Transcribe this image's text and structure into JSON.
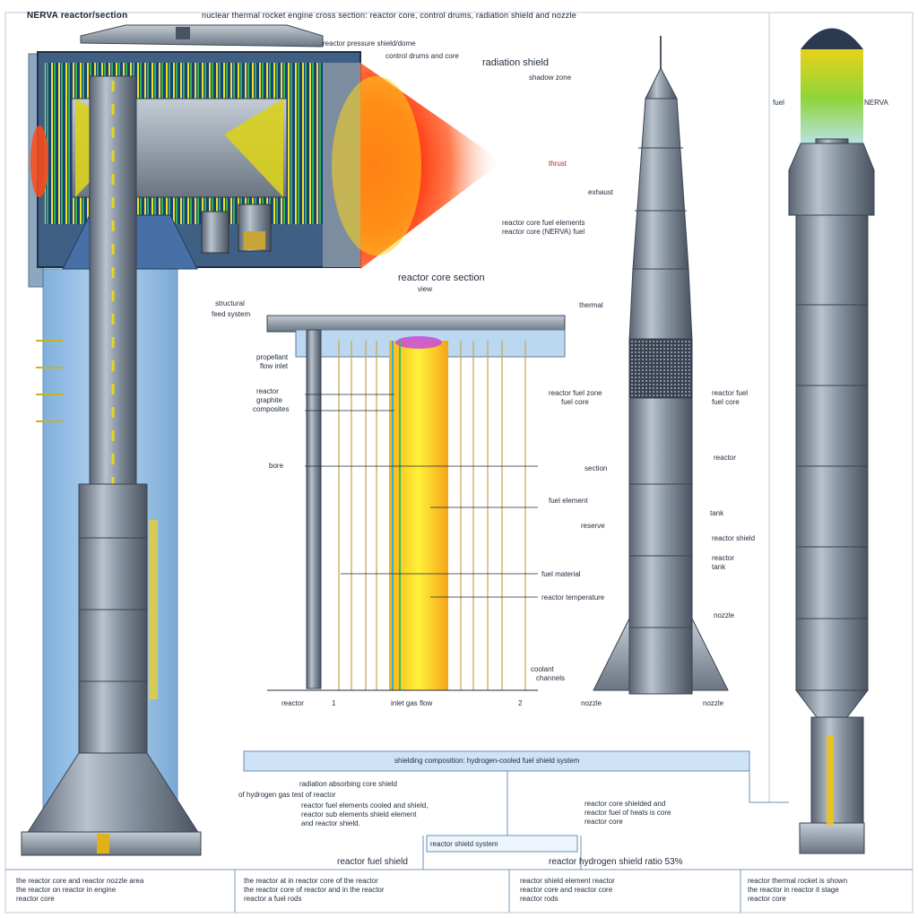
{
  "header": {
    "logo_text": "NERVA reactor/section",
    "main_title": "nuclear thermal rocket engine cross section: reactor core, control drums, radiation shield and nozzle"
  },
  "reactor": {
    "labels": {
      "top_callout_1": "reactor pressure shield/dome",
      "top_callout_2": "control drums and core",
      "radiation_shield": "radiation shield",
      "radiation_shield_sub": "shadow zone",
      "plume_marker": "thrust",
      "plume_marker_sub": "exhaust",
      "side_callout_1": "reactor core fuel elements",
      "side_callout_2": "reactor core (NERVA) fuel",
      "structural": "structural",
      "feed_system": "feed system"
    }
  },
  "fuel_section": {
    "title": "reactor core section",
    "title_sub": "view",
    "labels": {
      "left_1": "propellant",
      "left_1b": "flow inlet",
      "left_2": "reactor",
      "left_2b": "graphite",
      "left_2c": "composites",
      "left_3": "bore",
      "right_top": "thermal",
      "right_1": "fuel element",
      "right_2": "fuel material",
      "right_3": "reactor temperature",
      "bottom_left": "reactor",
      "bottom_center": "inlet gas flow",
      "bottom_right_1": "coolant",
      "bottom_right_2": "channels",
      "tick_left": "1",
      "tick_right": "2"
    }
  },
  "rocket": {
    "labels": {
      "left_1": "reactor fuel zone",
      "left_1b": "fuel core",
      "left_2": "section",
      "left_3": "reserve",
      "left_4": "nozzle",
      "right_1": "reactor fuel",
      "right_1b": "fuel core",
      "right_2": "reactor",
      "right_3": "tank",
      "right_4": "reactor shield",
      "right_5": "reactor",
      "right_5b": "tank",
      "right_6": "nozzle",
      "bottom_right": "nozzle"
    }
  },
  "tall_stage": {
    "labels": {
      "left_top": "fuel",
      "right_top": "NERVA"
    }
  },
  "summary": {
    "band_title": "shielding composition: hydrogen-cooled fuel shield system",
    "left_head": "radiation absorbing core shield",
    "left_head_2": "of hydrogen gas test of reactor",
    "note_1": "reactor fuel elements cooled and shield,\nreactor sub elements shield element\nand reactor shield.",
    "note_2": "reactor core shielded and\nreactor fuel of heats is core\nreactor core",
    "small_box": "reactor shield system",
    "bottom_center_title": "reactor fuel shield",
    "bottom_right_title": "reactor hydrogen shield ratio 53%"
  },
  "footer": {
    "col_1": "the reactor core and reactor nozzle area\nthe reactor on reactor in engine\nreactor core",
    "col_2": "the reactor at in reactor core of the reactor\nthe reactor core of reactor and in the reactor\nreactor a fuel rods",
    "col_3": "reactor shield element reactor\nreactor core and reactor core\nreactor rods",
    "col_4": "reactor thermal rocket is shown\nthe reactor in reactor it stage\nreactor core"
  },
  "colors": {
    "steel": "#7f8c9a",
    "steel_dark": "#4e5966",
    "glass_blue": "#9cc3e6",
    "plume_red": "#ff2a1a",
    "fuel_yellow": "#f7e01a",
    "coil_green": "#35c15a",
    "accent_line": "#c89a2a"
  }
}
